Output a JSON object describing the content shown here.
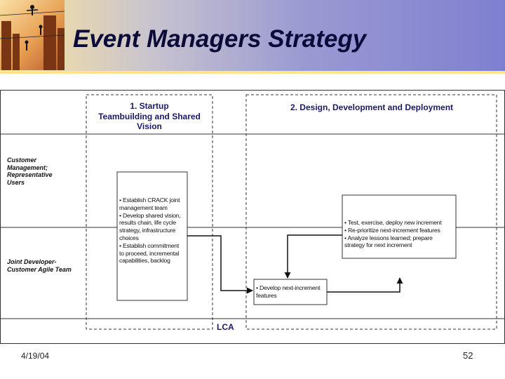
{
  "title": "Event Managers Strategy",
  "phases": {
    "phase1": [
      "1. Startup",
      "Teambuilding and Shared",
      "Vision"
    ],
    "phase2": "2. Design, Development and Deployment"
  },
  "lanes": {
    "lane1": [
      "Customer",
      "Management;",
      "Representative",
      "Users"
    ],
    "lane2": [
      "Joint Developer-",
      "Customer Agile Team"
    ]
  },
  "boxes": {
    "startup": [
      "• Establish CRACK joint",
      "  management team",
      "• Develop shared vision,",
      "  results chain, life cycle",
      "  strategy, infrastructure",
      "  choices",
      "• Establish commitment",
      "  to proceed, incremental",
      "  capabilities, backlog"
    ],
    "test": [
      "• Test, exercise, deploy new increment",
      "• Re-prioritize next-increment features",
      "• Analyze lessons learned; prepare",
      "  strategy for next increment"
    ],
    "develop": [
      "• Develop next-increment",
      "  features"
    ]
  },
  "milestone": "LCA",
  "footer": {
    "date": "4/19/04",
    "page": "52"
  },
  "colors": {
    "title": "#0b0b3a",
    "phase_label": "#1a1a66",
    "header_rule": "#ffe48a"
  }
}
